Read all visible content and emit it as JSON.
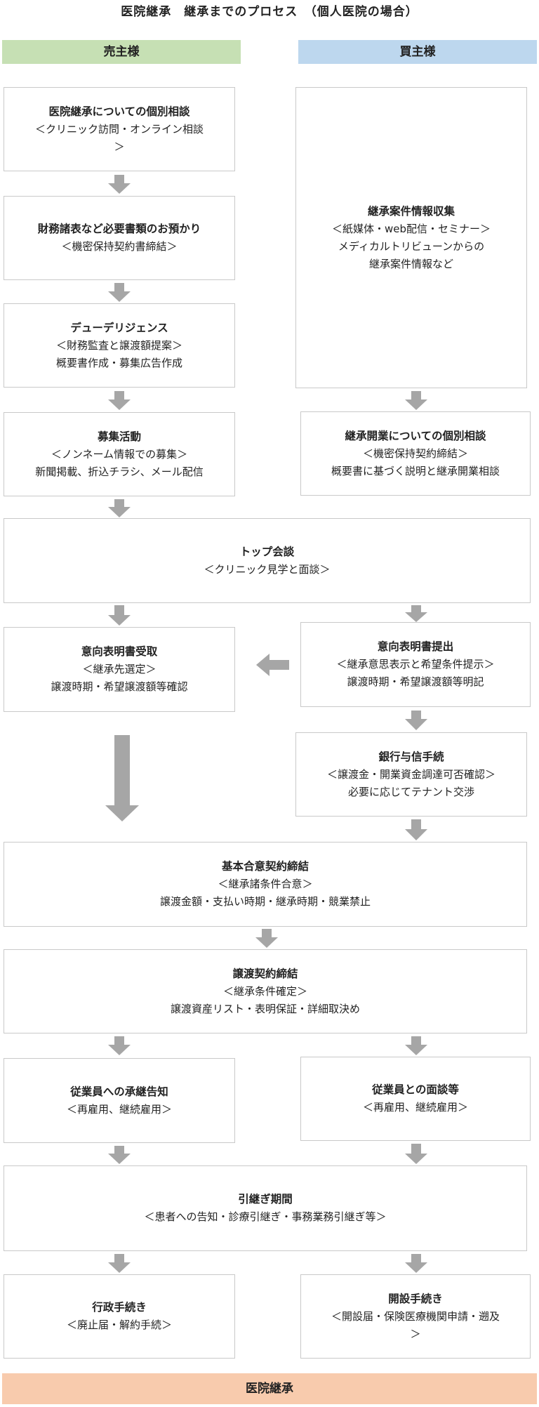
{
  "title": "医院継承　継承までのプロセス　（個人医院の場合）",
  "headers": {
    "seller": "売主様",
    "buyer": "買主様"
  },
  "boxes": {
    "s1": {
      "heading": "医院継承についての個別相談",
      "lines": [
        "＜クリニック訪問・オンライン相談",
        "＞"
      ]
    },
    "s2": {
      "heading": "財務諸表など必要書類のお預かり",
      "lines": [
        "＜機密保持契約書締結＞"
      ]
    },
    "s3": {
      "heading": "デューデリジェンス",
      "lines": [
        "＜財務監査と譲渡額提案＞",
        "概要書作成・募集広告作成"
      ]
    },
    "s4": {
      "heading": "募集活動",
      "lines": [
        "＜ノンネーム情報での募集＞",
        "新聞掲載、折込チラシ、メール配信"
      ]
    },
    "b1": {
      "heading": "継承案件情報収集",
      "lines": [
        "＜紙媒体・web配信・セミナー＞",
        "メディカルトリビューンからの",
        "継承案件情報など"
      ]
    },
    "b2": {
      "heading": "継承開業についての個別相談",
      "lines": [
        "＜機密保持契約締結＞",
        "概要書に基づく説明と継承開業相談"
      ]
    },
    "top": {
      "heading": "トップ会談",
      "lines": [
        "＜クリニック見学と面談＞"
      ]
    },
    "s5": {
      "heading": "意向表明書受取",
      "lines": [
        "＜継承先選定＞",
        "譲渡時期・希望譲渡額等確認"
      ]
    },
    "b3": {
      "heading": "意向表明書提出",
      "lines": [
        "＜継承意思表示と希望条件提示＞",
        "譲渡時期・希望譲渡額等明記"
      ]
    },
    "b4": {
      "heading": "銀行与信手続",
      "lines": [
        "＜譲渡金・開業資金調達可否確認＞",
        "必要に応じてテナント交渉"
      ]
    },
    "basic": {
      "heading": "基本合意契約締結",
      "lines": [
        "＜継承諸条件合意＞",
        "譲渡金額・支払い時期・継承時期・競業禁止"
      ]
    },
    "transfer": {
      "heading": "譲渡契約締結",
      "lines": [
        "＜継承条件確定＞",
        "譲渡資産リスト・表明保証・詳細取決め"
      ]
    },
    "s6": {
      "heading": "従業員への承継告知",
      "lines": [
        "＜再雇用、継続雇用＞"
      ]
    },
    "b5": {
      "heading": "従業員との面談等",
      "lines": [
        "＜再雇用、継続雇用＞"
      ]
    },
    "handover": {
      "heading": "引継ぎ期間",
      "lines": [
        "＜患者への告知・診療引継ぎ・事務業務引継ぎ等＞"
      ]
    },
    "s7": {
      "heading": "行政手続き",
      "lines": [
        "＜廃止届・解約手続＞"
      ]
    },
    "b6": {
      "heading": "開設手続き",
      "lines": [
        "＜開設届・保険医療機関申請・遡及",
        "＞"
      ]
    }
  },
  "final": "医院継承",
  "colors": {
    "seller_header": "#c6e0b4",
    "buyer_header": "#bdd7ee",
    "final": "#f8cbad",
    "arrow": "#a6a6a6",
    "border": "#c9c9c9"
  }
}
